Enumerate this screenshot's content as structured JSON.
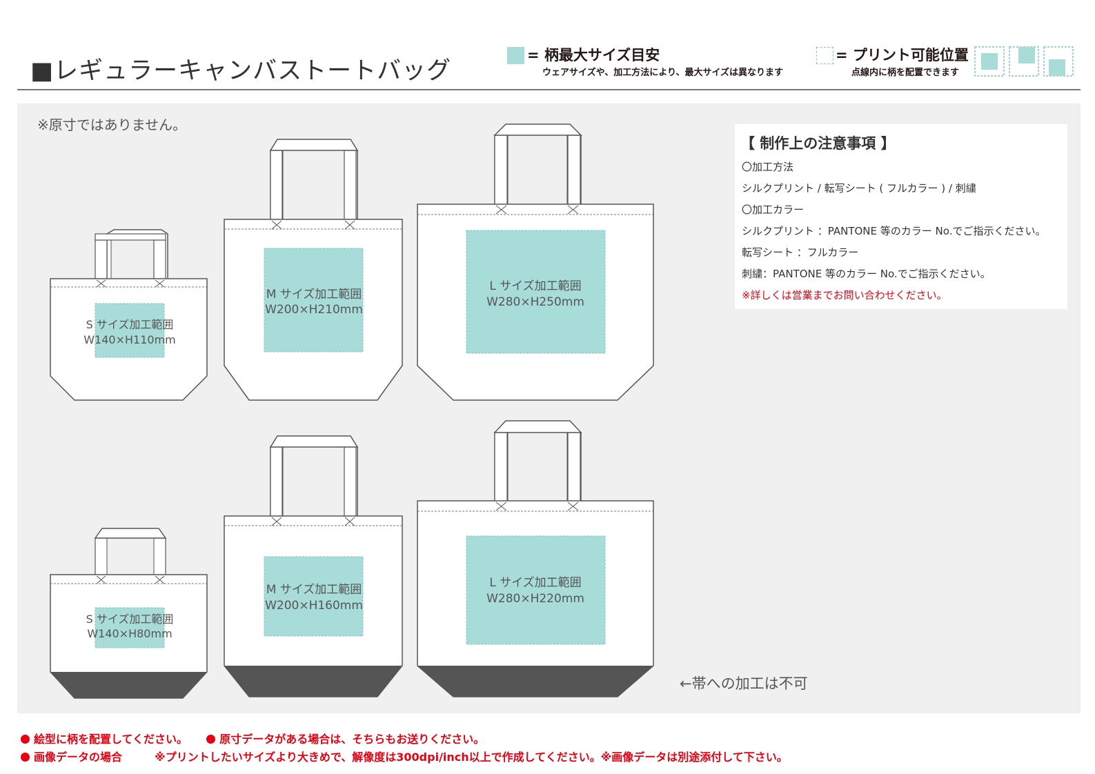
{
  "header": {
    "title": "■レギュラーキャンバストートバッグ",
    "legend_area": {
      "title": "= 柄最大サイズ目安",
      "note": "ウェアサイズや、加工方法により、最大サイズは異なります",
      "swatch_color": "#a8dcd9"
    },
    "legend_position": {
      "title": "= プリント可能位置",
      "note": "点線内に柄を配置できます",
      "icon": "dashed-square-icon"
    }
  },
  "main": {
    "scale_note": "※原寸ではありません。",
    "bags_row1": [
      {
        "label": "S サイズ加工範囲",
        "dims": "W140×H110mm"
      },
      {
        "label": "M サイズ加工範囲",
        "dims": "W200×H210mm"
      },
      {
        "label": "L サイズ加工範囲",
        "dims": "W280×H250mm"
      }
    ],
    "bags_row2": [
      {
        "label": "S サイズ加工範囲",
        "dims": "W140×H80mm"
      },
      {
        "label": "M サイズ加工範囲",
        "dims": "W200×H160mm"
      },
      {
        "label": "L サイズ加工範囲",
        "dims": "W280×H220mm"
      }
    ],
    "strap_note": "←帯への加工は不可",
    "notes": {
      "heading": "【 制作上の注意事項 】",
      "lines": [
        "〇加工方法",
        "シルクプリント / 転写シート ( フルカラー ) / 刺繍",
        "〇加工カラー",
        "シルクプリント ：PANTONE 等のカラー No.でご指示ください。",
        "転写シート ：フルカラー",
        "刺繍：PANTONE 等のカラー No.でご指示ください。"
      ],
      "warning": "※詳しくは営業までお問い合わせください。"
    }
  },
  "footer": {
    "line1a": "絵型に柄を配置してください。",
    "line1b": "原寸データがある場合は、そちらもお送りください。",
    "line2a": "画像データの場合",
    "line2b": "※プリントしたいサイズより大きめで、解像度は300dpi/inch以上で作成してください。※画像データは別途添付して下さい。"
  },
  "colors": {
    "print_area": "#a8dcd9",
    "bottom_band": "#555555",
    "warning_red": "#e60012"
  }
}
